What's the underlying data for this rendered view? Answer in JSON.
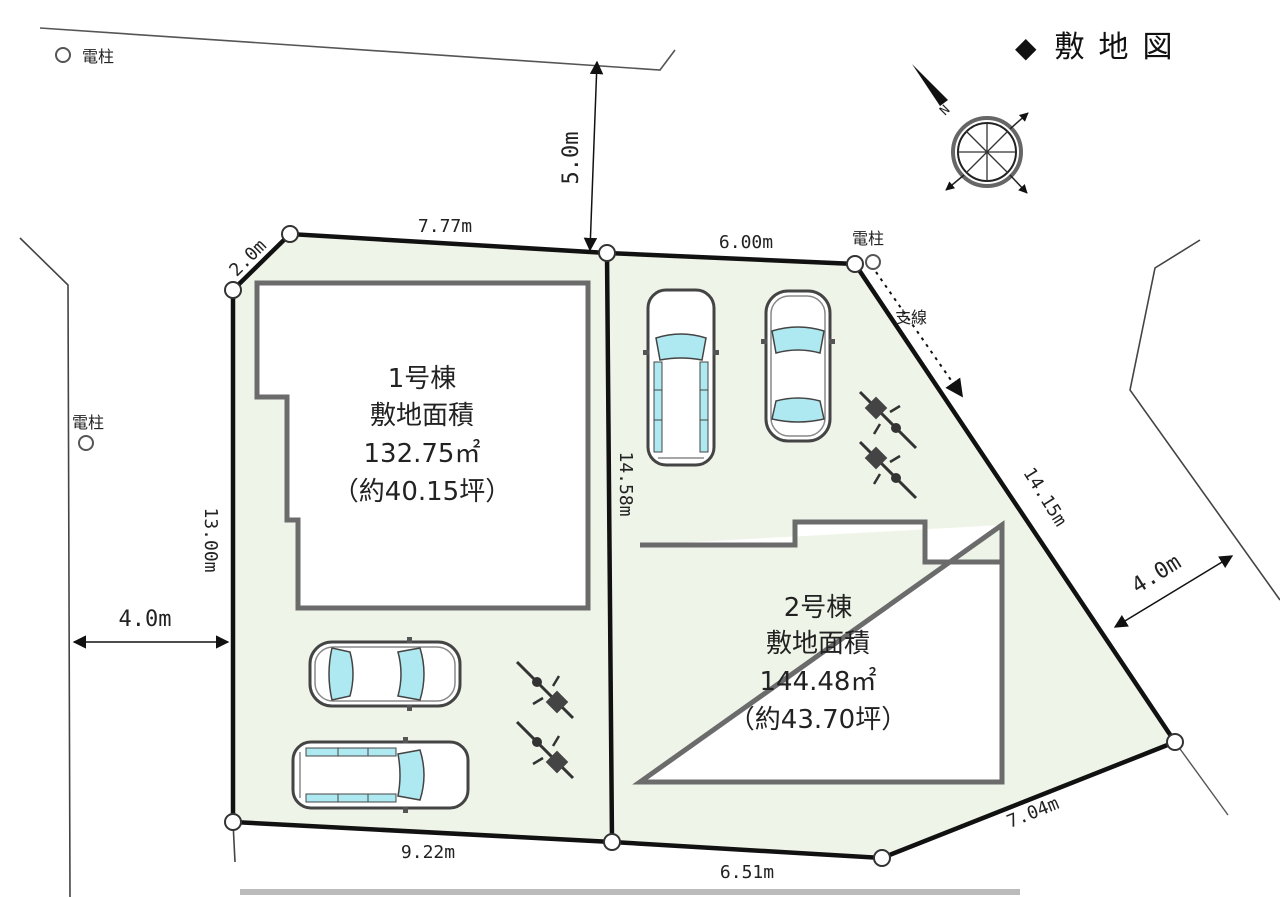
{
  "title": {
    "marker": "◆",
    "text": "敷地図"
  },
  "compass": {
    "north_label": "N",
    "icon": "north-compass-icon"
  },
  "roads": {
    "north_setback": "5.0m",
    "west_width": "4.0m",
    "east_width": "4.0m"
  },
  "utility_poles": {
    "label": "電柱",
    "top_left": "電柱",
    "west": "電柱",
    "northeast": "電柱",
    "guy_wire": "支線"
  },
  "dimensions": {
    "corner_cut": "2.0m",
    "north_lot1": "7.77m",
    "north_lot2": "6.00m",
    "west": "13.00m",
    "divider": "14.58m",
    "east_diagonal": "14.15m",
    "south_lot1": "9.22m",
    "south_lot2": "6.51m",
    "southeast": "7.04m"
  },
  "lots": [
    {
      "name": "1号棟",
      "area_label": "敷地面積",
      "area_m2": "132.75㎡",
      "area_tsubo": "（約40.15坪）"
    },
    {
      "name": "2号棟",
      "area_label": "敷地面積",
      "area_m2": "144.48㎡",
      "area_tsubo": "（約43.70坪）"
    }
  ],
  "colors": {
    "lot_fill": "#eef5e8",
    "boundary": "#111111",
    "building_outline": "#6b6b6b",
    "car_glass": "#aee8f0"
  }
}
